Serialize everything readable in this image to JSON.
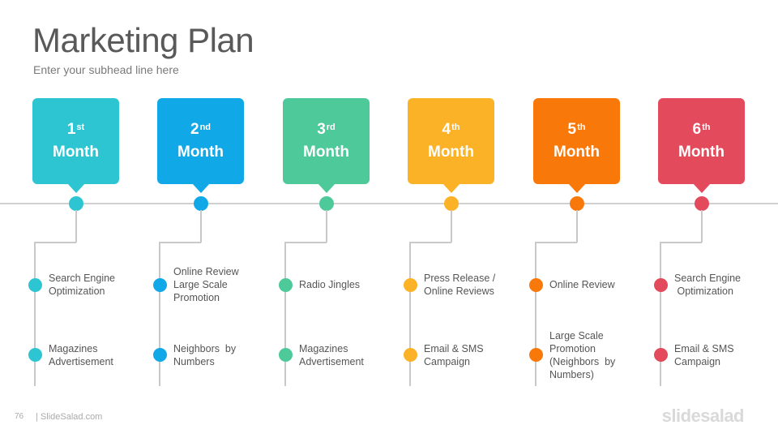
{
  "title": "Marketing Plan",
  "subhead": "Enter your subhead line here",
  "months": [
    {
      "ord": "1",
      "suffix": "st",
      "label": "Month",
      "color": "#2ec5d3",
      "items": [
        {
          "text": "Search Engine\nOptimization"
        },
        {
          "text": "Magazines\nAdvertisement"
        }
      ]
    },
    {
      "ord": "2",
      "suffix": "nd",
      "label": "Month",
      "color": "#11a8e8",
      "items": [
        {
          "text": "Online Review\nLarge Scale\nPromotion"
        },
        {
          "text": "Neighbors  by\nNumbers"
        }
      ]
    },
    {
      "ord": "3",
      "suffix": "rd",
      "label": "Month",
      "color": "#4dc99a",
      "items": [
        {
          "text": "Radio Jingles"
        },
        {
          "text": "Magazines\nAdvertisement"
        }
      ]
    },
    {
      "ord": "4",
      "suffix": "th",
      "label": "Month",
      "color": "#fbb226",
      "items": [
        {
          "text": "Press Release /\nOnline Reviews"
        },
        {
          "text": "Email & SMS\nCampaign"
        }
      ]
    },
    {
      "ord": "5",
      "suffix": "th",
      "label": "Month",
      "color": "#f9780a",
      "items": [
        {
          "text": "Online Review"
        },
        {
          "text": "Large Scale\nPromotion\n(Neighbors  by\nNumbers)"
        }
      ]
    },
    {
      "ord": "6",
      "suffix": "th",
      "label": "Month",
      "color": "#e34a5c",
      "items": [
        {
          "text": "Search Engine\n Optimization"
        },
        {
          "text": "Email & SMS\nCampaign"
        }
      ]
    }
  ],
  "footer": {
    "page": "76",
    "site": "| SlideSalad.com",
    "logo": "slidesalad"
  }
}
